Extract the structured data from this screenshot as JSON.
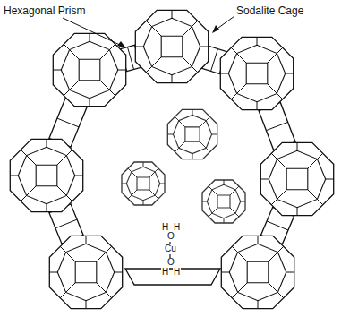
{
  "diagram": {
    "labels": [
      "Hexagonal Prism",
      "Sodalite Cage",
      "H",
      "H",
      "O",
      "Cu",
      "O",
      "H",
      "H"
    ]
  }
}
